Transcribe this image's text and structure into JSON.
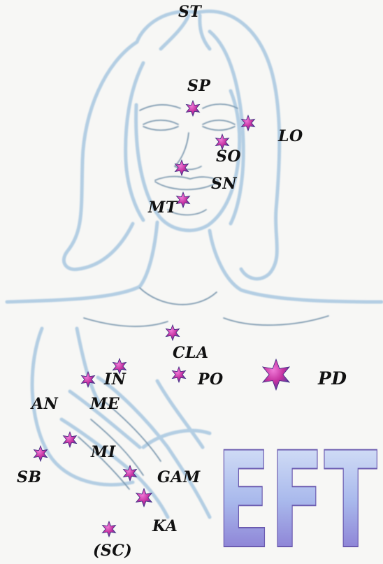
{
  "diagram": {
    "logo_text": "EFT",
    "colors": {
      "line": "#a8c6de",
      "line_dark": "#6f8fa8",
      "star_outer": "#d13ab8",
      "star_inner": "#5b3fa0",
      "logo_top": "#d6e4f7",
      "logo_bottom": "#7d63c9"
    },
    "points": [
      {
        "key": "st",
        "label": "ST"
      },
      {
        "key": "sp",
        "label": "SP"
      },
      {
        "key": "lo",
        "label": "LO"
      },
      {
        "key": "so",
        "label": "SO"
      },
      {
        "key": "sn",
        "label": "SN"
      },
      {
        "key": "mt",
        "label": "MT"
      },
      {
        "key": "cla",
        "label": "CLA"
      },
      {
        "key": "in",
        "label": "IN"
      },
      {
        "key": "po",
        "label": "PO"
      },
      {
        "key": "pd",
        "label": "PD"
      },
      {
        "key": "an",
        "label": "AN"
      },
      {
        "key": "me",
        "label": "ME"
      },
      {
        "key": "mi",
        "label": "MI"
      },
      {
        "key": "sb",
        "label": "SB"
      },
      {
        "key": "gam",
        "label": "GAM"
      },
      {
        "key": "ka",
        "label": "KA"
      },
      {
        "key": "sc",
        "label": "(SC)"
      }
    ]
  }
}
